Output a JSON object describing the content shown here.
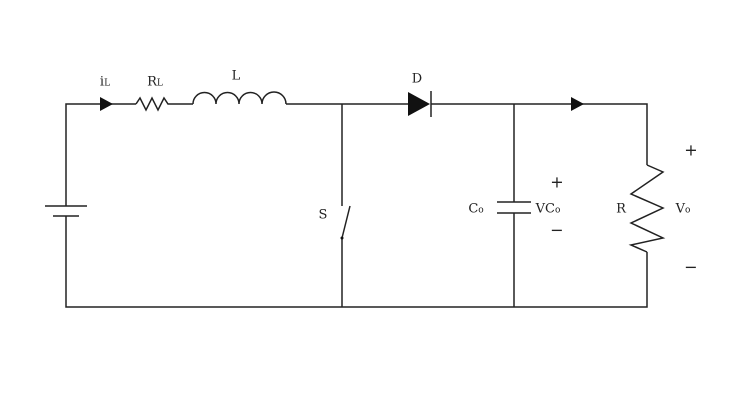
{
  "title": "Boost converter circuit",
  "labels": {
    "inductor_current": {
      "main": "i",
      "sub": "L"
    },
    "inductor_resistance": {
      "main": "R",
      "sub": "L"
    },
    "inductor": "L",
    "diode": "D",
    "switch": "S",
    "capacitor": {
      "main": "C",
      "sub": "o"
    },
    "capacitor_voltage": {
      "main": "VC",
      "sub": "o"
    },
    "load_resistor": "R",
    "output_voltage": {
      "main": "V",
      "sub": "o"
    },
    "plus": "+",
    "minus": "−"
  },
  "colors": {
    "wire": "#222222"
  }
}
